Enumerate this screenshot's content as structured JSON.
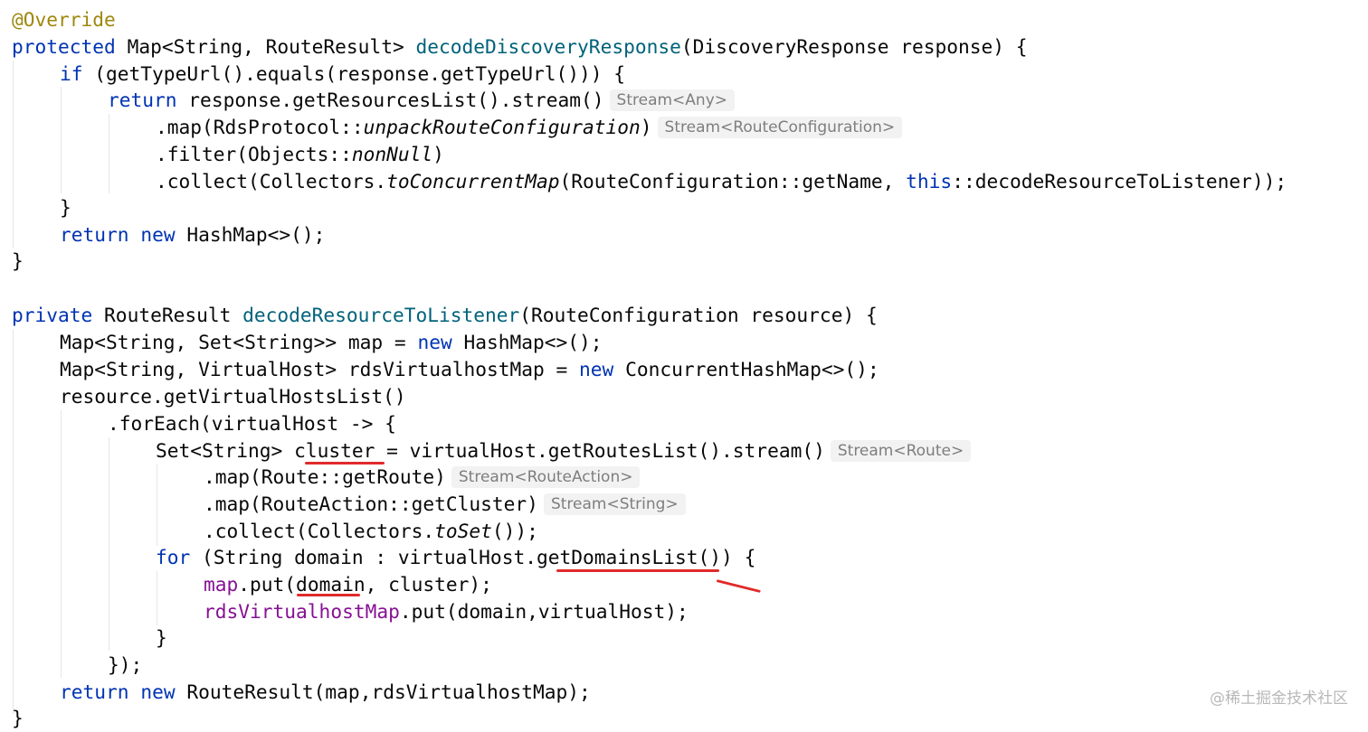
{
  "code": {
    "l1": {
      "a": "@Override"
    },
    "l2": {
      "a": "protected",
      "b": " Map<String, RouteResult> ",
      "c": "decodeDiscoveryResponse",
      "d": "(DiscoveryResponse response) {"
    },
    "l3": {
      "a": "if",
      "b": " (getTypeUrl().equals(response.getTypeUrl())) {"
    },
    "l4": {
      "a": "return",
      "b": " response.getResourcesList().stream()",
      "hint": "Stream<Any>"
    },
    "l5": {
      "a": ".map(RdsProtocol::",
      "b": "unpackRouteConfiguration",
      "c": ")",
      "hint": "Stream<RouteConfiguration>"
    },
    "l6": {
      "a": ".filter(Objects::",
      "b": "nonNull",
      "c": ")"
    },
    "l7": {
      "a": ".collect(Collectors.",
      "b": "toConcurrentMap",
      "c": "(RouteConfiguration::getName, ",
      "d": "this",
      "e": "::decodeResourceToListener));"
    },
    "l8": {
      "a": "}"
    },
    "l9": {
      "a": "return",
      "b": " ",
      "c": "new",
      "d": " HashMap<>();"
    },
    "l10": {
      "a": "}"
    },
    "l12": {
      "a": "private",
      "b": " RouteResult ",
      "c": "decodeResourceToListener",
      "d": "(RouteConfiguration resource) {"
    },
    "l13": {
      "a": "Map<String, Set<String>> map = ",
      "b": "new",
      "c": " HashMap<>();"
    },
    "l14": {
      "a": "Map<String, VirtualHost> rdsVirtualhostMap = ",
      "b": "new",
      "c": " ConcurrentHashMap<>();"
    },
    "l15": {
      "a": "resource.getVirtualHostsList()"
    },
    "l16": {
      "a": ".forEach(virtualHost -> {"
    },
    "l17": {
      "a": "Set<String> cluster = virtualHost.getRoutesList().stream()",
      "hint": "Stream<Route>"
    },
    "l18": {
      "a": ".map(Route::getRoute)",
      "hint": "Stream<RouteAction>"
    },
    "l19": {
      "a": ".map(RouteAction::getCluster)",
      "hint": "Stream<String>"
    },
    "l20": {
      "a": ".collect(Collectors.",
      "b": "toSet",
      "c": "());"
    },
    "l21": {
      "a": "for",
      "b": " (String domain : virtualHost.getDomainsList()) {"
    },
    "l22": {
      "a": "map",
      "b": ".put(domain, cluster);"
    },
    "l23": {
      "a": "rdsVirtualhostMap",
      "b": ".put(domain,virtualHost);"
    },
    "l24": {
      "a": "}"
    },
    "l25": {
      "a": "});"
    },
    "l26": {
      "a": "return",
      "b": " ",
      "c": "new",
      "d": " RouteResult(map,rdsVirtualhostMap);"
    },
    "l27": {
      "a": "}"
    }
  },
  "watermark": "@稀土掘金技术社区",
  "colors": {
    "keyword": "#0033b3",
    "annotation": "#9e880d",
    "method_declaration": "#00627a",
    "field": "#871094",
    "hint_text": "#7e7e7e",
    "hint_background": "#f2f2f2",
    "underline_mark": "#e12a2a"
  }
}
